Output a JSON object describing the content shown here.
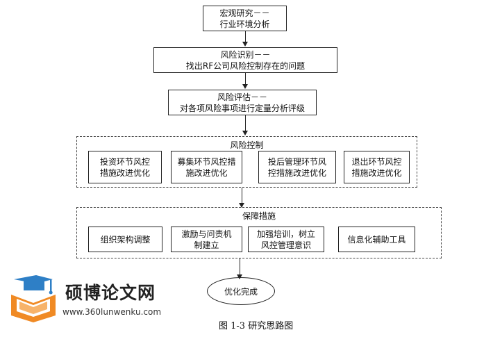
{
  "steps": {
    "macro": {
      "line1": "宏观研究－－",
      "line2": "行业环境分析"
    },
    "identify": {
      "line1": "风险识别－－",
      "line2": "找出RF公司风险控制存在的问题"
    },
    "assess": {
      "line1": "风险评估－－",
      "line2": "对各项风险事项进行定量分析评级"
    }
  },
  "control": {
    "title": "风险控制",
    "items": [
      {
        "line1": "投资环节风控",
        "line2": "措施改进优化"
      },
      {
        "line1": "募集环节风控措",
        "line2": "施改进优化"
      },
      {
        "line1": "投后管理环节风",
        "line2": "控措施改进优化"
      },
      {
        "line1": "退出环节风控",
        "line2": "措施改进优化"
      }
    ]
  },
  "support": {
    "title": "保障措施",
    "items": [
      {
        "line1": "组织架构调整",
        "line2": ""
      },
      {
        "line1": "激励与问责机",
        "line2": "制建立"
      },
      {
        "line1": "加强培训，树立",
        "line2": "风控管理意识"
      },
      {
        "line1": "信息化辅助工具",
        "line2": ""
      }
    ]
  },
  "end": {
    "label": "优化完成"
  },
  "caption": "图 1-3  研究思路图",
  "watermark": {
    "name": "硕博论文网",
    "url": "www.360lunwenku.com"
  },
  "colors": {
    "logo_blue": "#2e7fc6",
    "logo_orange": "#f08a24"
  }
}
